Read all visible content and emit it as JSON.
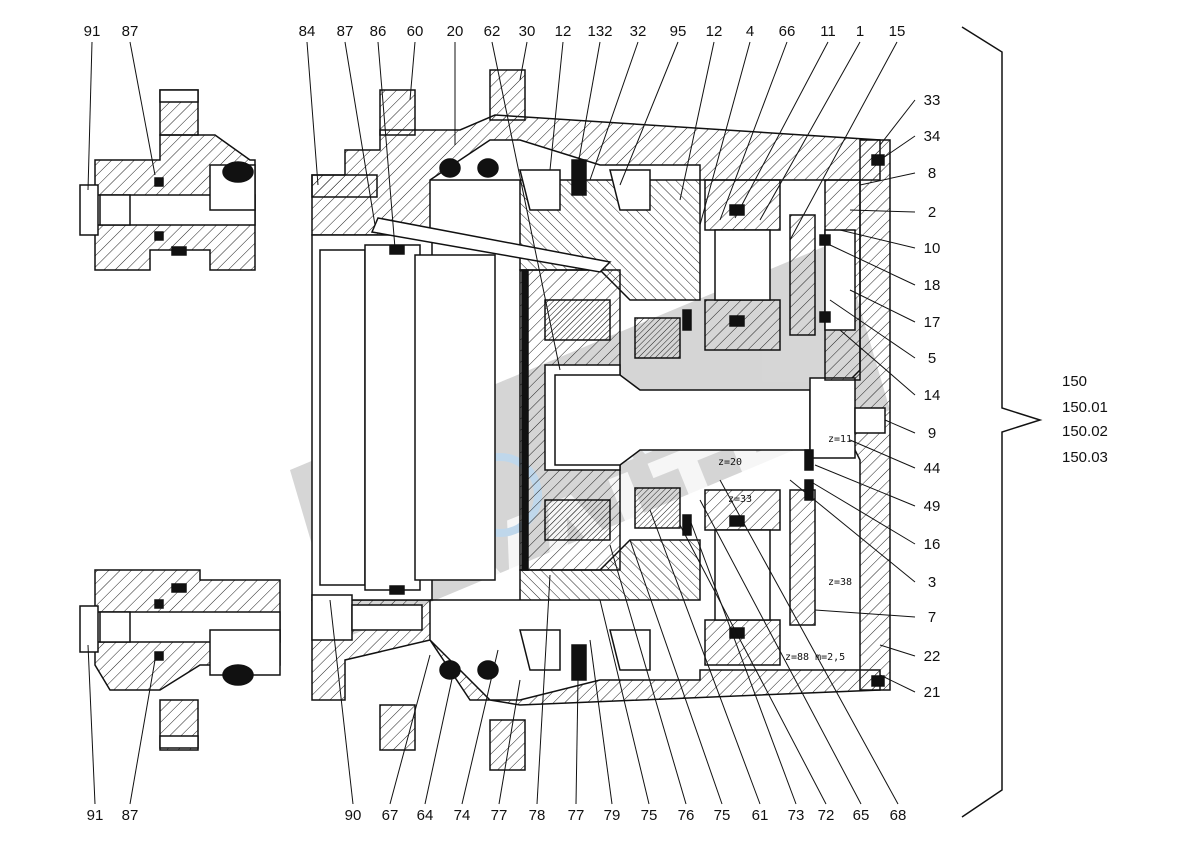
{
  "top_labels": [
    "91",
    "87",
    "84",
    "87",
    "86",
    "60",
    "20",
    "62",
    "30",
    "12",
    "132",
    "32",
    "95",
    "12",
    "4",
    "66",
    "11",
    "1",
    "15"
  ],
  "right_labels": [
    "33",
    "34",
    "8",
    "2",
    "10",
    "18",
    "17",
    "5",
    "14",
    "9",
    "44",
    "49",
    "16",
    "3",
    "7",
    "22",
    "21"
  ],
  "bottom_labels": [
    "91",
    "87",
    "90",
    "67",
    "64",
    "74",
    "77",
    "78",
    "77",
    "79",
    "75",
    "76",
    "75",
    "61",
    "73",
    "72",
    "65",
    "68"
  ],
  "variants": [
    "150",
    "150.01",
    "150.02",
    "150.03"
  ],
  "annotations": {
    "z11": "z=11",
    "z20": "z=20",
    "z33": "z=33",
    "z38": "z=38",
    "z88": "z=88  m=2,5"
  },
  "watermark": "VALTE",
  "watermark_sub": "live.ru"
}
